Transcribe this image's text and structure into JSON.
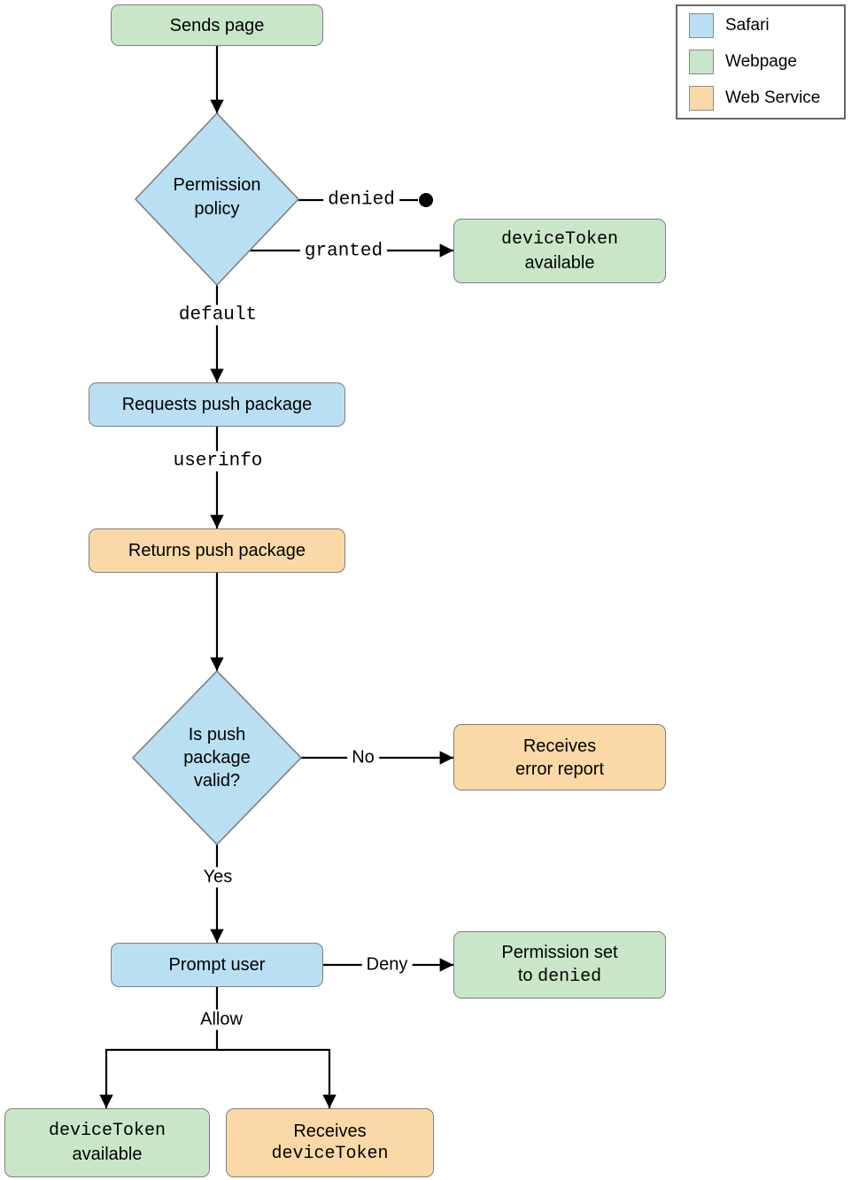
{
  "colors": {
    "safari": "#B9DFF2",
    "webpage": "#C9E6C9",
    "web_service": "#FBD9A6"
  },
  "legend": {
    "items": [
      {
        "label": "Safari"
      },
      {
        "label": "Webpage"
      },
      {
        "label": "Web Service"
      }
    ]
  },
  "nodes": {
    "sends_page": {
      "label": "Sends page"
    },
    "permission_policy": {
      "line1": "Permission",
      "line2": "policy"
    },
    "device_token_available_top": {
      "code": "deviceToken",
      "text": "available"
    },
    "requests_push_package": {
      "label": "Requests push package"
    },
    "returns_push_package": {
      "label": "Returns push package"
    },
    "is_push_package_valid": {
      "line1": "Is push",
      "line2": "package",
      "line3": "valid?"
    },
    "receives_error_report": {
      "line1": "Receives",
      "line2": "error report"
    },
    "prompt_user": {
      "label": "Prompt user"
    },
    "permission_set_denied": {
      "line1": "Permission set",
      "line2_text": "to",
      "line2_code": "denied"
    },
    "device_token_available_bottom": {
      "code": "deviceToken",
      "text": "available"
    },
    "receives_device_token": {
      "text": "Receives",
      "code": "deviceToken"
    }
  },
  "edge_labels": {
    "denied": "denied",
    "granted": "granted",
    "default": "default",
    "userinfo": "userinfo",
    "no": "No",
    "yes": "Yes",
    "deny": "Deny",
    "allow": "Allow"
  }
}
